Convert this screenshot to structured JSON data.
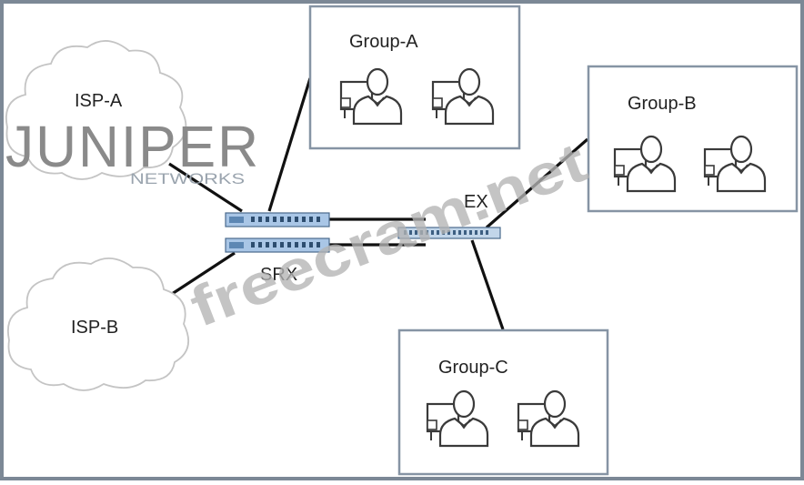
{
  "clouds": {
    "isp_a": "ISP-A",
    "isp_b": "ISP-B"
  },
  "devices": {
    "srx": "SRX",
    "ex": "EX"
  },
  "groups": {
    "a": "Group-A",
    "b": "Group-B",
    "c": "Group-C"
  },
  "logo": {
    "wordmark": "JUNIPER",
    "subtitle": "NETWORKS"
  },
  "watermark": "freecram.net",
  "icons": [
    "cloud-icon",
    "user-workstation-icon",
    "firewall-icon",
    "switch-icon"
  ],
  "colors": {
    "border": "#7c8896",
    "box_border": "#8694a4",
    "icon_stroke": "#3a3a3a",
    "device_blue": "#a9c6e6",
    "logo_gray": "#8a8a8a",
    "watermark_gray": "#b4b4b4"
  }
}
